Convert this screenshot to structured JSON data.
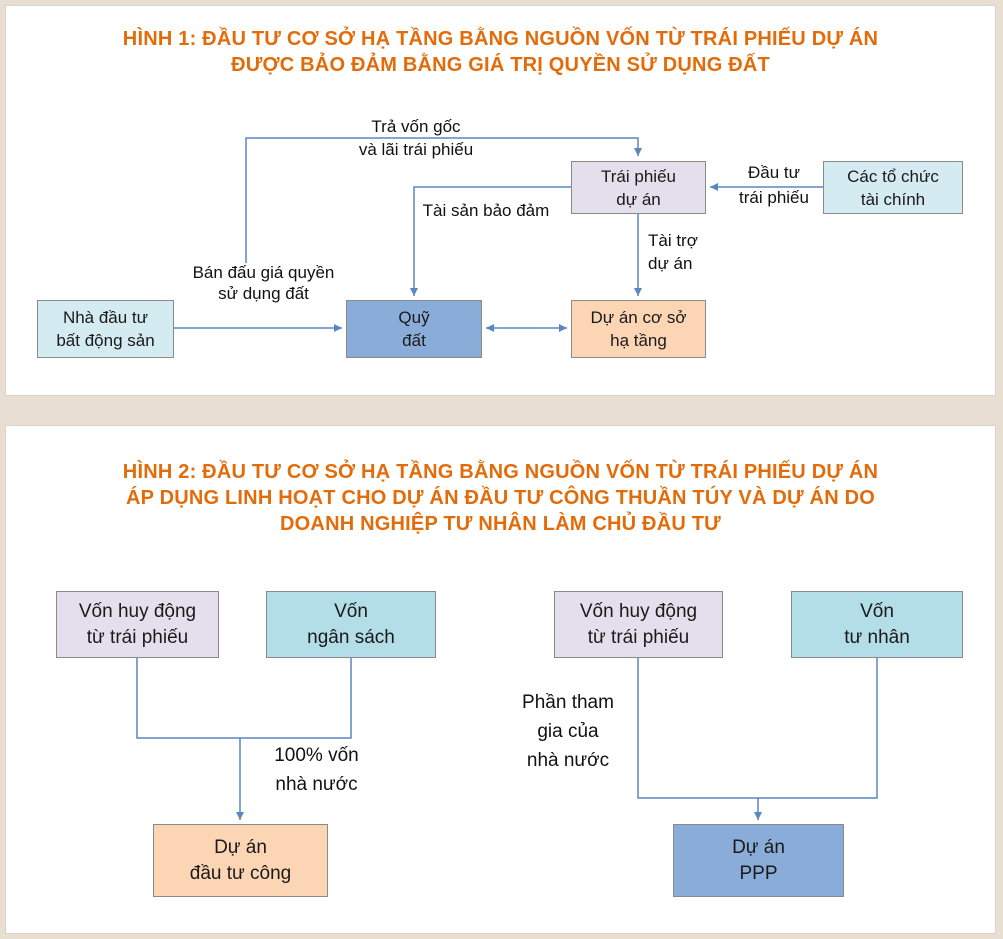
{
  "figure1": {
    "title": "HÌNH 1: ĐẦU TƯ CƠ SỞ HẠ TẦNG BẰNG NGUỒN VỐN TỪ TRÁI PHIẾU DỰ ÁN\nĐƯỢC BẢO ĐẢM BẰNG GIÁ TRỊ QUYỀN SỬ DỤNG ĐẤT",
    "boxes": {
      "trai_phieu_du_an": "Trái phiếu\ndự án",
      "cac_to_chuc_tai_chinh": "Các tổ chức\ntài chính",
      "nha_dau_tu_bds": "Nhà đầu tư\nbất động sản",
      "quy_dat": "Quỹ\nđất",
      "du_an_co_so_ha_tang": "Dự án cơ sở\nhạ tầng"
    },
    "labels": {
      "tra_von_goc": "Trả vốn gốc\nvà lãi trái phiếu",
      "tai_san_bao_dam": "Tài sản bảo đảm",
      "dau_tu_trai_phieu": "Đầu tư\ntrái phiếu",
      "tai_tro_du_an": "Tài trợ\ndự án",
      "ban_dau_gia": "Bán đấu giá quyền\nsử dụng đất"
    }
  },
  "figure2": {
    "title": "HÌNH 2: ĐẦU TƯ CƠ SỞ HẠ TẦNG BẰNG NGUỒN VỐN TỪ TRÁI PHIẾU DỰ ÁN\nÁP DỤNG LINH HOẠT CHO DỰ ÁN ĐẦU TƯ CÔNG THUẦN TÚY VÀ DỰ ÁN DO\nDOANH NGHIỆP TƯ NHÂN LÀM CHỦ ĐẦU TƯ",
    "boxes": {
      "von_huy_dong_left": "Vốn huy động\ntừ trái phiếu",
      "von_ngan_sach": "Vốn\nngân sách",
      "von_huy_dong_right": "Vốn huy động\ntừ trái phiếu",
      "von_tu_nhan": "Vốn\ntư nhân",
      "du_an_dau_tu_cong": "Dự án\nđầu tư công",
      "du_an_ppp": "Dự án\nPPP"
    },
    "labels": {
      "von_nha_nuoc": "100% vốn\nnhà nước",
      "phan_tham_gia": "Phần tham\ngia của\nnhà nước"
    }
  },
  "colors": {
    "title_accent": "#E36C0A",
    "lavender_box": "#E4DFEC",
    "light_cyan_box": "#D5EBF2",
    "teal_box": "#B3DDE7",
    "blue_box": "#8AACD9",
    "peach_box": "#FCD5B4",
    "connector_line": "#5B87C0",
    "page_background": "#E9DED2"
  }
}
